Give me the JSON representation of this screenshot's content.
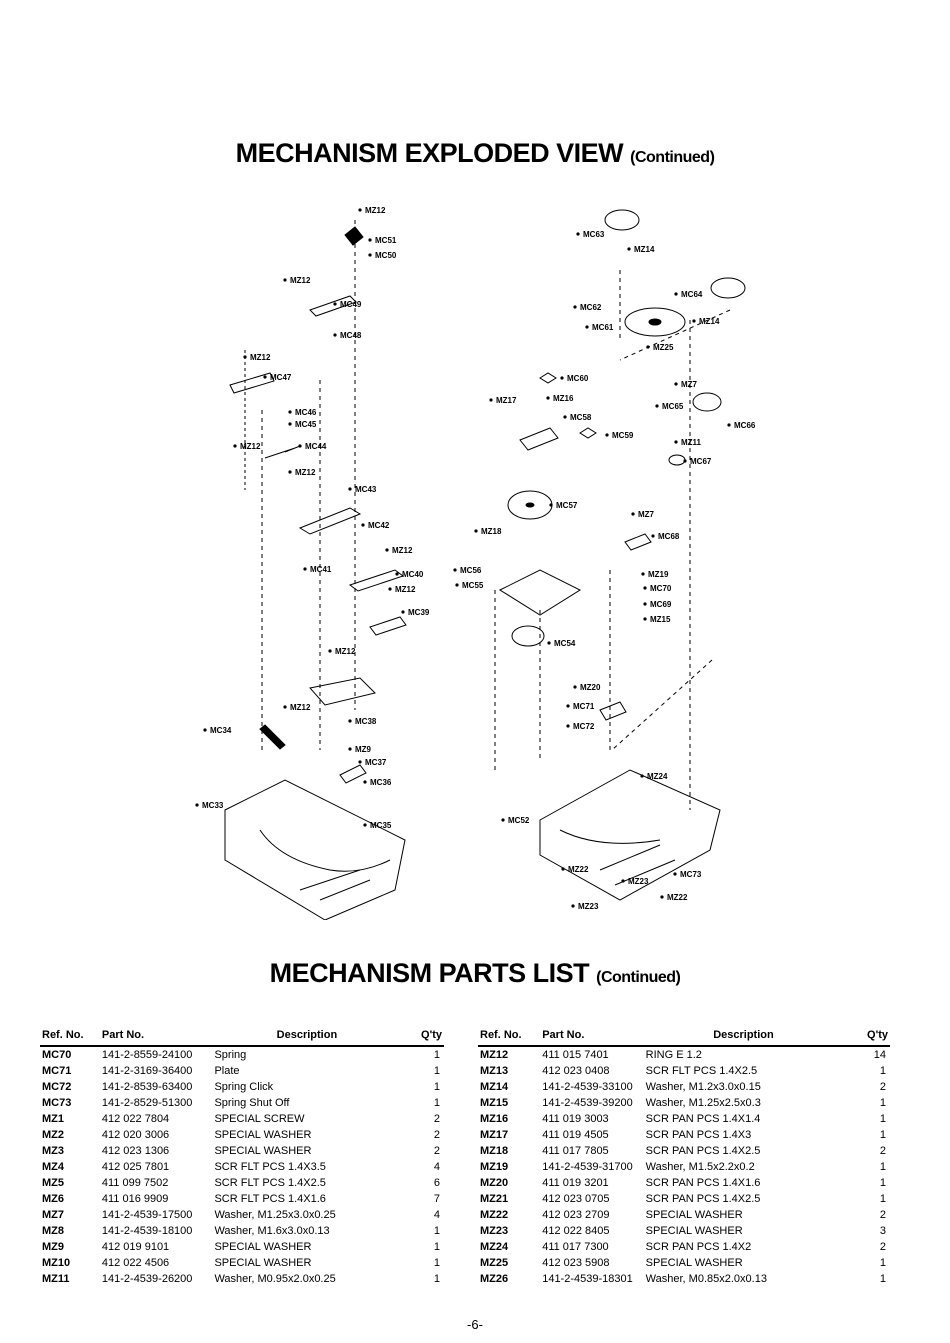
{
  "title": {
    "main": "MECHANISM EXPLODED VIEW",
    "sub": "(Continued)"
  },
  "diagram_labels": [
    "MZ12",
    "MC51",
    "MC50",
    "MZ12",
    "MC49",
    "MC48",
    "MZ12",
    "MC47",
    "MC46",
    "MC45",
    "MZ12",
    "MC44",
    "MZ12",
    "MC43",
    "MC42",
    "MZ12",
    "MC41",
    "MC40",
    "MZ12",
    "MC39",
    "MZ12",
    "MZ12",
    "MC38",
    "MC34",
    "MZ9",
    "MC37",
    "MC36",
    "MC33",
    "MC35",
    "MC63",
    "MZ14",
    "MC64",
    "MC62",
    "MC61",
    "MZ14",
    "MZ25",
    "MC60",
    "MZ7",
    "MZ17",
    "MZ16",
    "MC65",
    "MC66",
    "MC58",
    "MC59",
    "MZ11",
    "MC67",
    "MC57",
    "MZ7",
    "MZ18",
    "MC68",
    "MC56",
    "MC55",
    "MZ19",
    "MC70",
    "MC69",
    "MZ15",
    "MC54",
    "MZ20",
    "MC71",
    "MC72",
    "MZ24",
    "MC52",
    "MZ22",
    "MC73",
    "MZ23",
    "MZ22",
    "MZ23"
  ],
  "parts_title": {
    "main": "MECHANISM PARTS LIST",
    "sub": "(Continued)"
  },
  "headers": {
    "ref": "Ref. No.",
    "part": "Part No.",
    "desc": "Description",
    "qty": "Q'ty"
  },
  "left_rows": [
    {
      "ref": "MC70",
      "part": "141-2-8559-24100",
      "desc": "Spring",
      "qty": "1"
    },
    {
      "ref": "MC71",
      "part": "141-2-3169-36400",
      "desc": "Plate",
      "qty": "1"
    },
    {
      "ref": "MC72",
      "part": "141-2-8539-63400",
      "desc": "Spring Click",
      "qty": "1"
    },
    {
      "ref": "MC73",
      "part": "141-2-8529-51300",
      "desc": "Spring Shut Off",
      "qty": "1"
    },
    {
      "ref": "MZ1",
      "part": "412 022 7804",
      "desc": "SPECIAL SCREW",
      "qty": "2"
    },
    {
      "ref": "MZ2",
      "part": "412 020 3006",
      "desc": "SPECIAL WASHER",
      "qty": "2"
    },
    {
      "ref": "MZ3",
      "part": "412 023 1306",
      "desc": "SPECIAL WASHER",
      "qty": "2"
    },
    {
      "ref": "MZ4",
      "part": "412 025 7801",
      "desc": "SCR FLT PCS 1.4X3.5",
      "qty": "4"
    },
    {
      "ref": "MZ5",
      "part": "411 099 7502",
      "desc": "SCR FLT PCS 1.4X2.5",
      "qty": "6"
    },
    {
      "ref": "MZ6",
      "part": "411 016 9909",
      "desc": "SCR FLT PCS 1.4X1.6",
      "qty": "7"
    },
    {
      "ref": "MZ7",
      "part": "141-2-4539-17500",
      "desc": "Washer, M1.25x3.0x0.25",
      "qty": "4"
    },
    {
      "ref": "MZ8",
      "part": "141-2-4539-18100",
      "desc": "Washer, M1.6x3.0x0.13",
      "qty": "1"
    },
    {
      "ref": "MZ9",
      "part": "412 019 9101",
      "desc": "SPECIAL WASHER",
      "qty": "1"
    },
    {
      "ref": "MZ10",
      "part": "412 022 4506",
      "desc": "SPECIAL WASHER",
      "qty": "1"
    },
    {
      "ref": "MZ11",
      "part": "141-2-4539-26200",
      "desc": "Washer, M0.95x2.0x0.25",
      "qty": "1"
    }
  ],
  "right_rows": [
    {
      "ref": "MZ12",
      "part": "411 015 7401",
      "desc": "RING E 1.2",
      "qty": "14"
    },
    {
      "ref": "MZ13",
      "part": "412 023 0408",
      "desc": "SCR FLT PCS 1.4X2.5",
      "qty": "1"
    },
    {
      "ref": "MZ14",
      "part": "141-2-4539-33100",
      "desc": "Washer, M1.2x3.0x0.15",
      "qty": "2"
    },
    {
      "ref": "MZ15",
      "part": "141-2-4539-39200",
      "desc": "Washer, M1.25x2.5x0.3",
      "qty": "1"
    },
    {
      "ref": "MZ16",
      "part": "411 019 3003",
      "desc": "SCR PAN PCS 1.4X1.4",
      "qty": "1"
    },
    {
      "ref": "MZ17",
      "part": "411 019 4505",
      "desc": "SCR PAN PCS 1.4X3",
      "qty": "1"
    },
    {
      "ref": "MZ18",
      "part": "411 017 7805",
      "desc": "SCR PAN PCS 1.4X2.5",
      "qty": "2"
    },
    {
      "ref": "MZ19",
      "part": "141-2-4539-31700",
      "desc": "Washer, M1.5x2.2x0.2",
      "qty": "1"
    },
    {
      "ref": "MZ20",
      "part": "411 019 3201",
      "desc": "SCR PAN PCS 1.4X1.6",
      "qty": "1"
    },
    {
      "ref": "MZ21",
      "part": "412 023 0705",
      "desc": "SCR PAN PCS 1.4X2.5",
      "qty": "1"
    },
    {
      "ref": "MZ22",
      "part": "412 023 2709",
      "desc": "SPECIAL WASHER",
      "qty": "2"
    },
    {
      "ref": "MZ23",
      "part": "412 022 8405",
      "desc": "SPECIAL WASHER",
      "qty": "3"
    },
    {
      "ref": "MZ24",
      "part": "411 017 7300",
      "desc": "SCR PAN PCS 1.4X2",
      "qty": "2"
    },
    {
      "ref": "MZ25",
      "part": "412 023 5908",
      "desc": "SPECIAL WASHER",
      "qty": "1"
    },
    {
      "ref": "MZ26",
      "part": "141-2-4539-18301",
      "desc": "Washer, M0.85x2.0x0.13",
      "qty": "1"
    }
  ],
  "page_number": "-6-"
}
